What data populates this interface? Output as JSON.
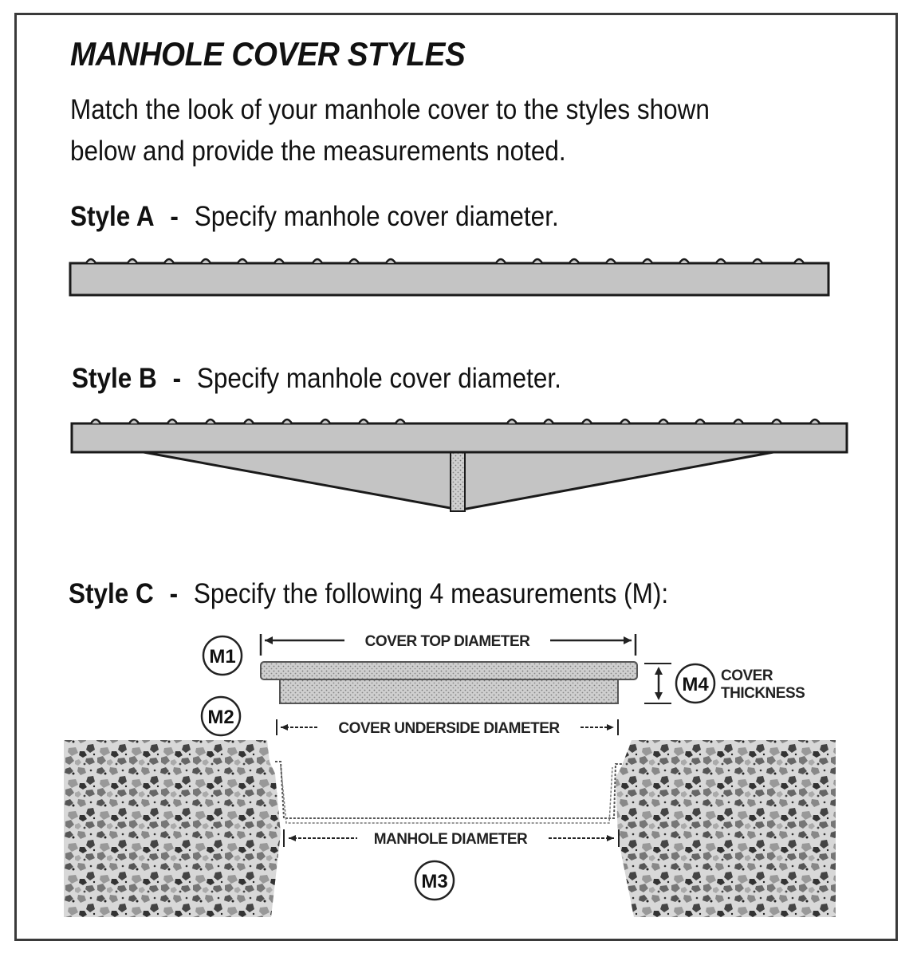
{
  "title": "MANHOLE COVER STYLES",
  "intro": {
    "line1": "Match the look of your manhole cover to the styles shown",
    "line2": "below and provide the measurements noted."
  },
  "styles": [
    {
      "name": "Style A",
      "dash": "-",
      "text": "Specify manhole cover diameter."
    },
    {
      "name": "Style B",
      "dash": "-",
      "text": "Specify manhole cover diameter."
    },
    {
      "name": "Style C",
      "dash": "-",
      "text": "Specify the following 4 measurements (M):"
    }
  ],
  "diagram_c": {
    "m1": "M1",
    "m2": "M2",
    "m3": "M3",
    "m4": "M4",
    "cover_top_diameter": "COVER TOP DIAMETER",
    "cover_underside_diameter": "COVER UNDERSIDE DIAMETER",
    "manhole_diameter": "MANHOLE DIAMETER",
    "cover_thickness_1": "COVER",
    "cover_thickness_2": "THICKNESS"
  },
  "colors": {
    "cover_fill": "#c4c4c4",
    "outline": "#1a1a1a",
    "concrete": "#8a8a8a"
  }
}
